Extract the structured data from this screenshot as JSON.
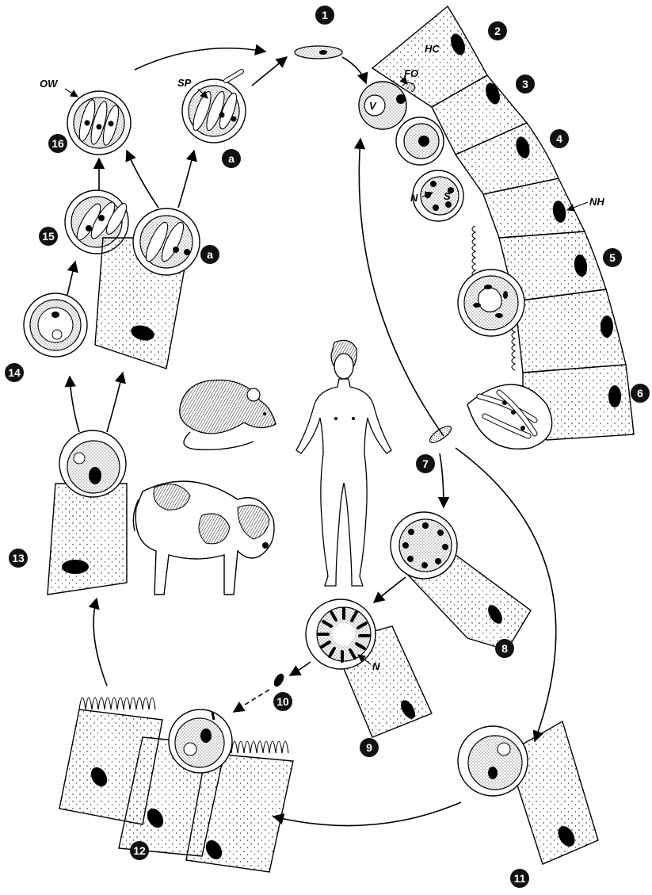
{
  "colors": {
    "ink": "#000000",
    "paper": "#ffffff",
    "badge": "#111111"
  },
  "stage_numbers": [
    "1",
    "2",
    "3",
    "4",
    "5",
    "6",
    "7",
    "8",
    "9",
    "10",
    "11",
    "12",
    "13",
    "14",
    "15",
    "16"
  ],
  "side_path_label": "a",
  "structure_labels": {
    "host_cell": "HC",
    "feeder_organelle": "FO",
    "vacuole": "V",
    "nucleus": "N",
    "schizont": "S",
    "host_nucleus": "NH",
    "oocyst_wall": "OW",
    "sporocyst": "SP"
  },
  "hosts": [
    "rat-icon",
    "calf-icon",
    "human-icon"
  ]
}
